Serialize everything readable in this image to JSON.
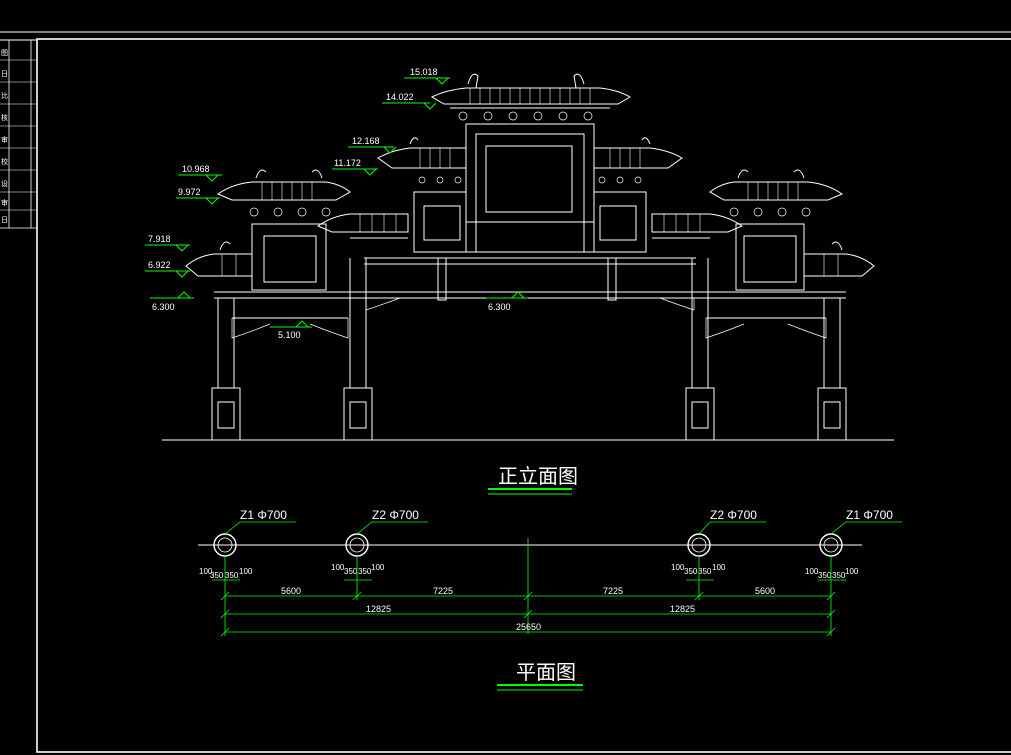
{
  "colors": {
    "background": "#000000",
    "frame": "#ffffff",
    "linework": "#ffffff",
    "annotation": "#00ff00",
    "text": "#ffffff"
  },
  "title_block": {
    "labels": [
      "图",
      "日",
      "比",
      "核",
      "审",
      "校",
      "设",
      "审",
      "日"
    ]
  },
  "elevation": {
    "title": "正立面图",
    "levels": {
      "l15018": "15.018",
      "l14022": "14.022",
      "l12168": "12.168",
      "l11172": "11.172",
      "l10968": "10.968",
      "l9972": "9.972",
      "l7918": "7.918",
      "l6922": "6.922",
      "l6300_left": "6.300",
      "l6300_center": "6.300",
      "l5100": "5.100"
    }
  },
  "plan": {
    "title": "平面图",
    "columns": {
      "c1": "Z1  Φ700",
      "c2": "Z2  Φ700",
      "c3": "Z2  Φ700",
      "c4": "Z1  Φ700"
    },
    "column_offsets": {
      "outer_left": "100",
      "inner_left": "350",
      "inner_right": "350",
      "outer_right": "100"
    },
    "dimensions": {
      "span_side_left": "5600",
      "span_mid_left": "7225",
      "span_mid_right": "7225",
      "span_side_right": "5600",
      "half_left": "12825",
      "half_right": "12825",
      "total": "25650"
    }
  }
}
